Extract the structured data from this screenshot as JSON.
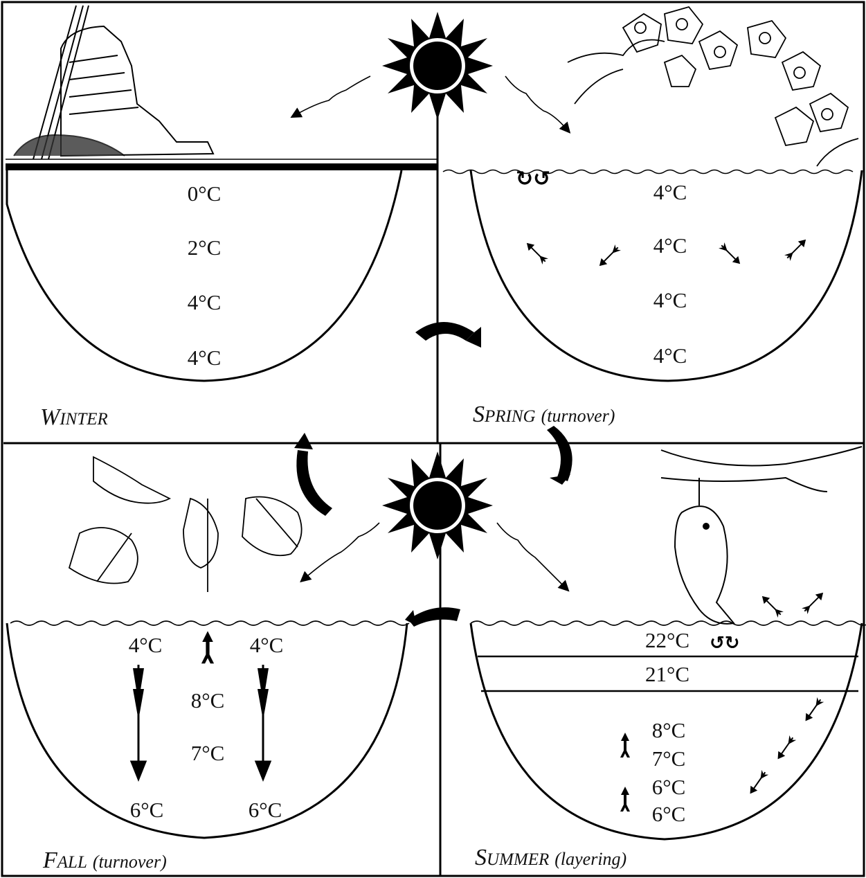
{
  "quadrants": {
    "winter": {
      "label_initial": "W",
      "label_rest": "INTER",
      "label_suffix": "",
      "temps": [
        "0°C",
        "2°C",
        "4°C",
        "4°C"
      ]
    },
    "spring": {
      "label_initial": "S",
      "label_rest": "PRING",
      "label_suffix": "(turnover)",
      "temps": [
        "4°C",
        "4°C",
        "4°C",
        "4°C"
      ]
    },
    "fall": {
      "label_initial": "F",
      "label_rest": "ALL",
      "label_suffix": "(turnover)",
      "temps_top": [
        "4°C",
        "4°C"
      ],
      "temps_mid": [
        "8°C",
        "7°C"
      ],
      "temps_bottom": [
        "6°C",
        "6°C"
      ]
    },
    "summer": {
      "label_initial": "S",
      "label_rest": "UMMER",
      "label_suffix": "(layering)",
      "temps_layers": [
        "22°C",
        "21°C"
      ],
      "temps_deep": [
        "8°C",
        "7°C",
        "6°C",
        "6°C"
      ]
    }
  },
  "icons": [
    "sun-icon",
    "ski-boot-illustration",
    "flowers-illustration",
    "leaves-illustration",
    "fish-illustration",
    "cycle-arrow-icon",
    "mixing-arrow-icon"
  ],
  "colors": {
    "ink": "#000000",
    "paper": "#ffffff"
  }
}
